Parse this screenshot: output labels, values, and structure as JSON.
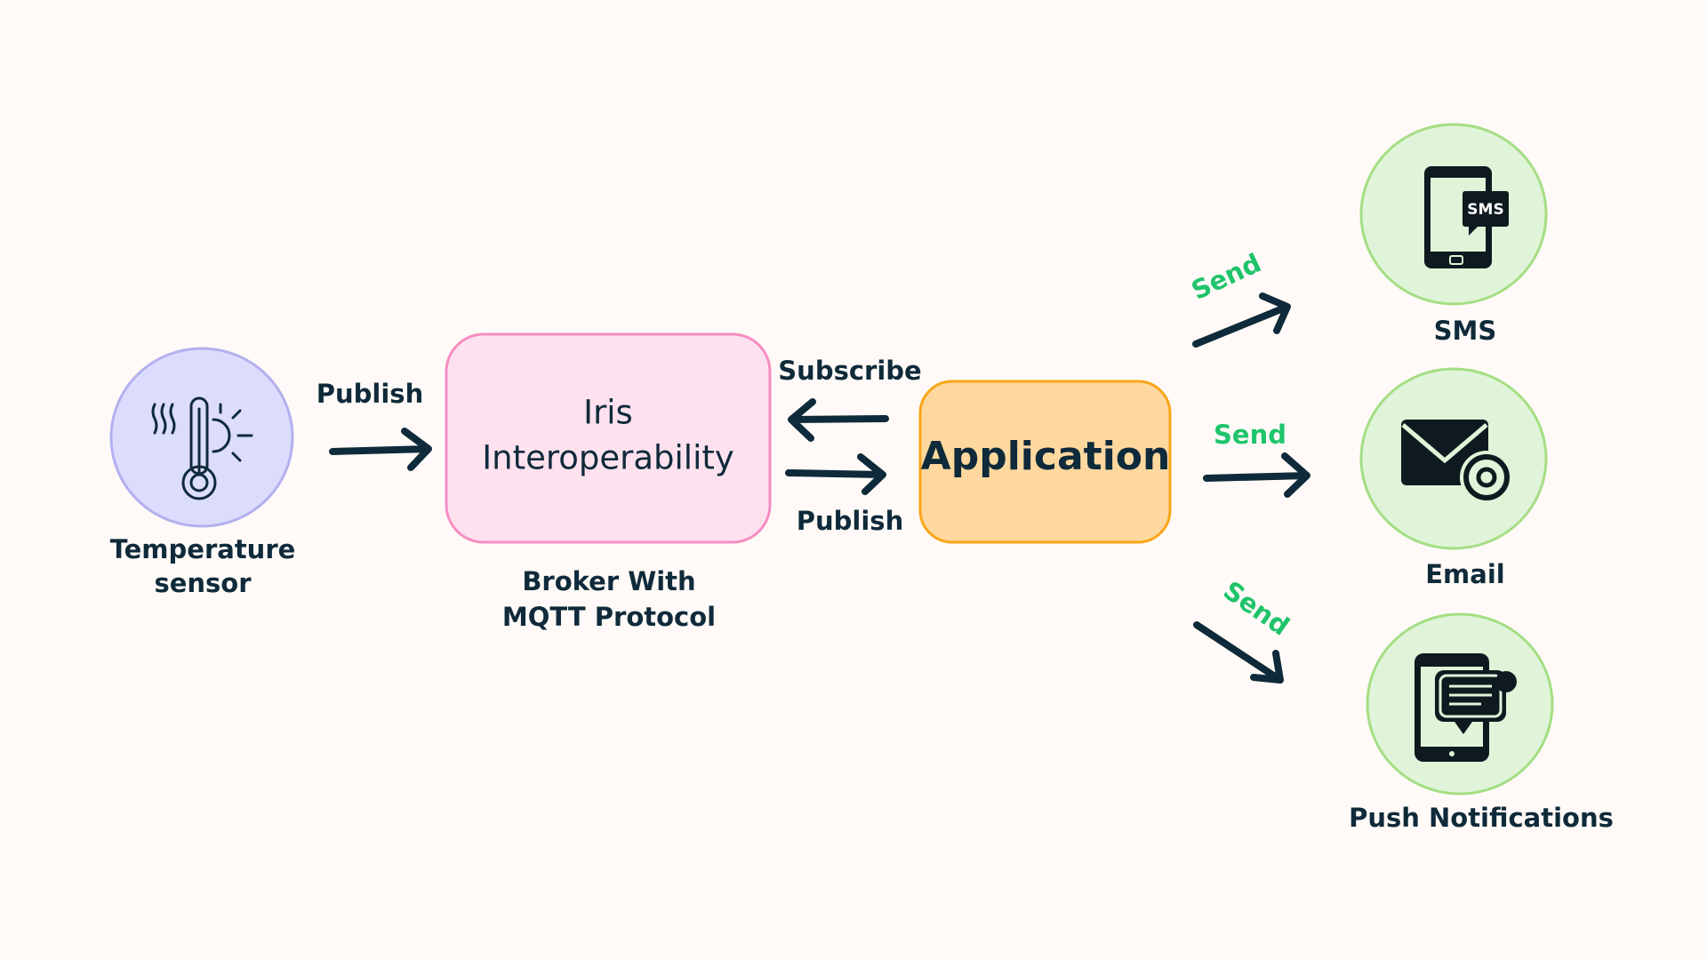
{
  "nodes": {
    "sensor": {
      "label_line1": "Temperature",
      "label_line2": "sensor",
      "icon": "thermometer-sun-icon"
    },
    "broker": {
      "title_line1": "Iris",
      "title_line2": "Interoperability",
      "caption_line1": "Broker With",
      "caption_line2": "MQTT Protocol"
    },
    "application": {
      "title": "Application"
    },
    "sms": {
      "label": "SMS",
      "icon": "phone-sms-icon",
      "badge": "SMS"
    },
    "email": {
      "label": "Email",
      "icon": "envelope-at-icon"
    },
    "push": {
      "label": "Push Notifications",
      "icon": "phone-notification-icon"
    }
  },
  "edges": {
    "sensor_to_broker": "Publish",
    "app_subscribe": "Subscribe",
    "app_publish": "Publish",
    "send_sms": "Send",
    "send_email": "Send",
    "send_push": "Send"
  },
  "colors": {
    "background": "#fffaf7",
    "ink": "#0f2a3a",
    "send_text": "#1fc46a",
    "sensor_fill": "#dcdcfc",
    "broker_fill": "#fde1ee",
    "application_fill": "#fed89e",
    "channel_fill": "#dff4d8"
  }
}
